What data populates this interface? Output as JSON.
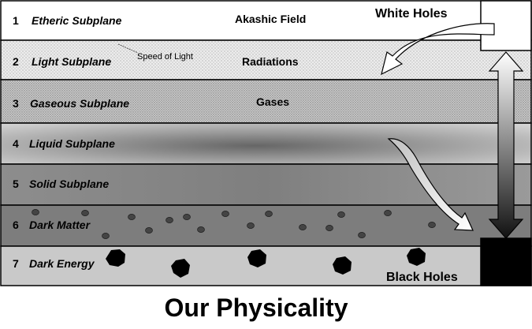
{
  "title": "Our Physicality",
  "layers": [
    {
      "number": "1",
      "name": "Etheric Subplane",
      "label": "Akashic Field"
    },
    {
      "number": "2",
      "name": "Light Subplane",
      "label": "Radiations"
    },
    {
      "number": "3",
      "name": "Gaseous Subplane",
      "label": "Gases"
    },
    {
      "number": "4",
      "name": "Liquid Subplane",
      "label": ""
    },
    {
      "number": "5",
      "name": "Solid Subplane",
      "label": ""
    },
    {
      "number": "6",
      "name": "Dark Matter",
      "label": ""
    },
    {
      "number": "7",
      "name": "Dark Energy",
      "label": ""
    }
  ],
  "speed_of_light_label": "Speed of Light",
  "white_holes_label": "White Holes",
  "black_holes_label": "Black Holes",
  "colors": {
    "etheric": "#ffffff",
    "light": "#e6e6e6",
    "gaseous": "#d2d2d2",
    "solid": "#8c8c8c",
    "dark_matter": "#7a7a7a",
    "dark_energy": "#c8c8c8",
    "particle": "#444444",
    "black_hole": "#000000"
  },
  "icons": [
    "curved-arrow-icon",
    "double-arrow-icon",
    "dark-matter-particle-icon",
    "dark-energy-blob-icon"
  ]
}
